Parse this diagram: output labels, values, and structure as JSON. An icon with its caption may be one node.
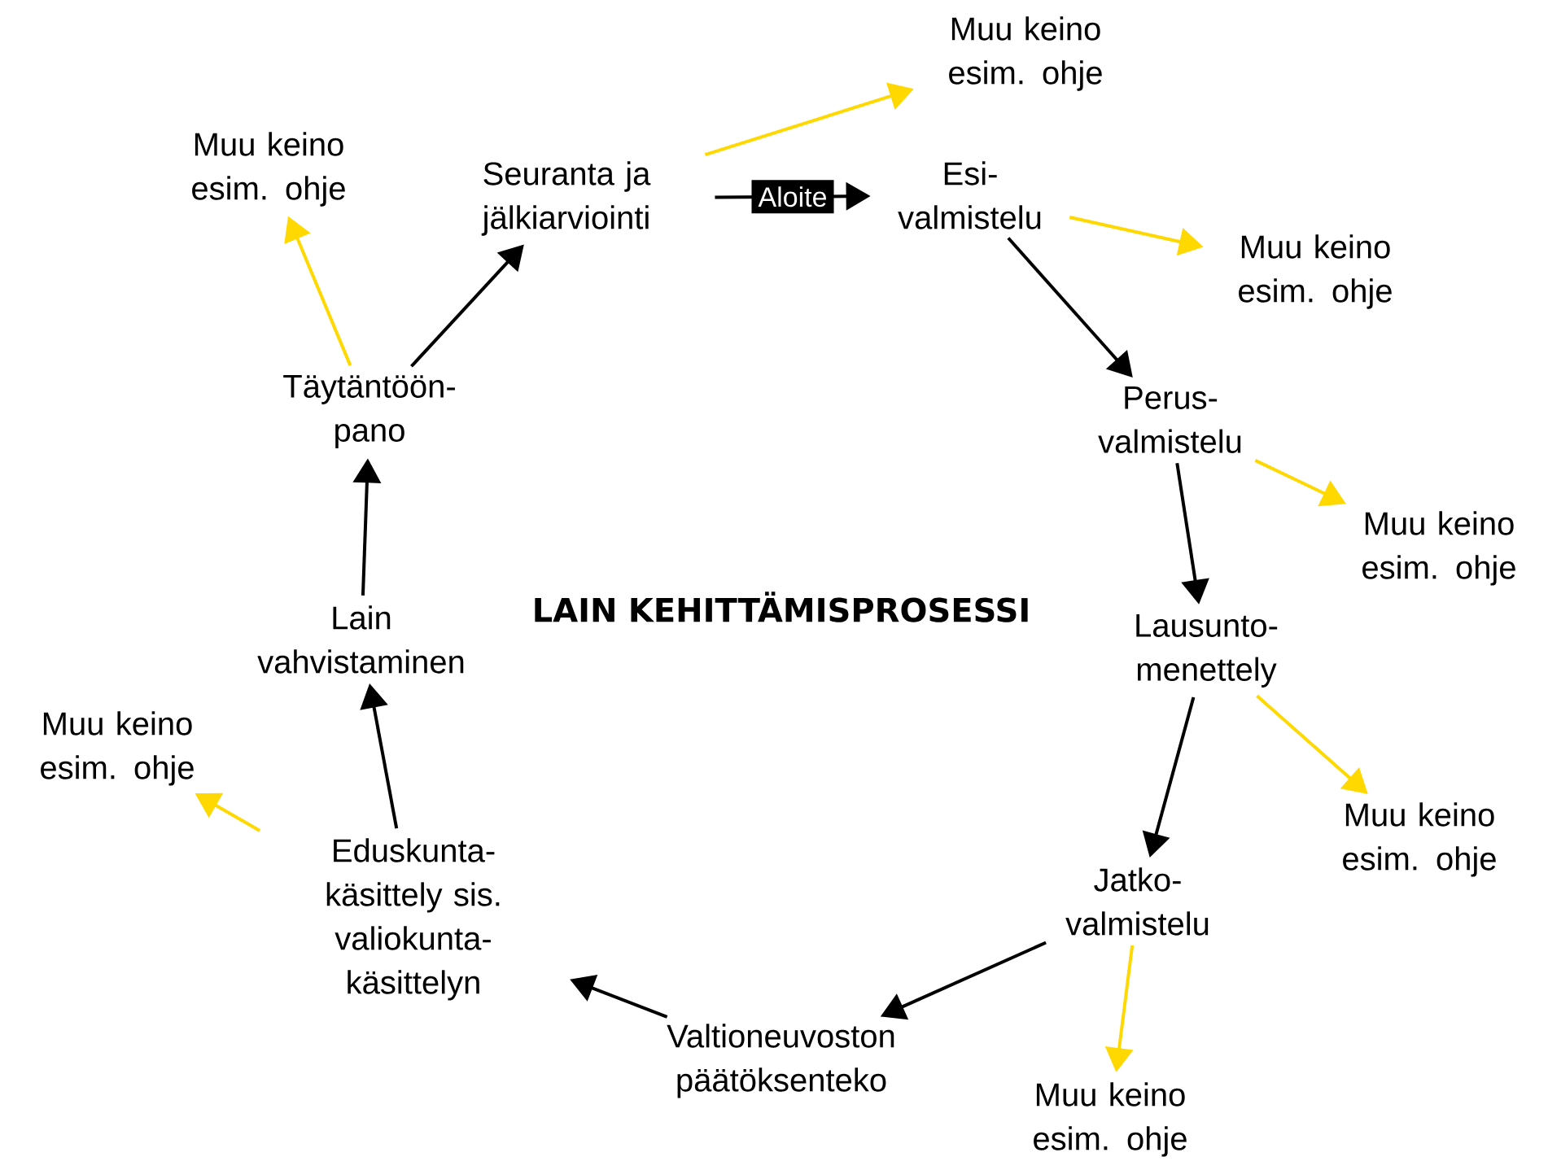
{
  "diagram": {
    "title": "LAIN KEHITTÄMISPROSESSI",
    "nodes": [
      {
        "text": [
          "Seuranta ja jälkiarviointi"
        ]
      },
      {
        "text": [
          "Esi- valmistelu"
        ]
      },
      {
        "text": [
          "Muu keino esim. ohje"
        ]
      },
      {
        "text": [
          "Muu keino esim. ohje"
        ]
      },
      {
        "text": [
          "Perus- valmistelu"
        ]
      },
      {
        "text": [
          "Muu keino esim. ohje"
        ]
      },
      {
        "text": [
          "Lausunto- menettely"
        ]
      },
      {
        "text": [
          "Muu keino esim. ohje"
        ]
      },
      {
        "text": [
          "Jatko- valmistelu"
        ]
      },
      {
        "text": [
          "Muu keino esim. ohje"
        ]
      },
      {
        "text": [
          "Valtioneuvoston päätöksenteko"
        ]
      },
      {
        "text": [
          "Eduskunta- käsittely sis. valiokunta- käsittelyn"
        ]
      },
      {
        "text": [
          "Muu keino esim. ohje"
        ]
      },
      {
        "text": [
          "Lain vahvistaminen"
        ]
      },
      {
        "text": [
          "Täytäntöön- pano"
        ]
      },
      {
        "text": [
          "Muu keino esim. ohje"
        ]
      }
    ],
    "edges": [
      {
        "from": 0,
        "to": 1,
        "arrow": "to",
        "label": "Aloite"
      },
      {
        "from": 0,
        "to": 2,
        "arrow": "to",
        "color": "#ffd800"
      },
      {
        "from": 1,
        "to": 3,
        "arrow": "to",
        "color": "#ffd800"
      },
      {
        "from": 1,
        "to": 4,
        "arrow": "to"
      },
      {
        "from": 4,
        "to": 5,
        "arrow": "to",
        "color": "#ffd800"
      },
      {
        "from": 4,
        "to": 6,
        "arrow": "to"
      },
      {
        "from": 6,
        "to": 7,
        "arrow": "to",
        "color": "#ffd800"
      },
      {
        "from": 6,
        "to": 8,
        "arrow": "to"
      },
      {
        "from": 8,
        "to": 9,
        "arrow": "to",
        "color": "#ffd800"
      },
      {
        "from": 8,
        "to": 10,
        "arrow": "to"
      },
      {
        "from": 10,
        "to": 11,
        "arrow": "to"
      },
      {
        "from": 11,
        "to": 12,
        "arrow": "to",
        "color": "#ffd800"
      },
      {
        "from": 11,
        "to": 13,
        "arrow": "to"
      },
      {
        "from": 13,
        "to": 14,
        "arrow": "to"
      },
      {
        "from": 14,
        "to": 15,
        "arrow": "to",
        "color": "#ffd800"
      },
      {
        "from": 14,
        "to": 0,
        "arrow": "to"
      }
    ]
  }
}
